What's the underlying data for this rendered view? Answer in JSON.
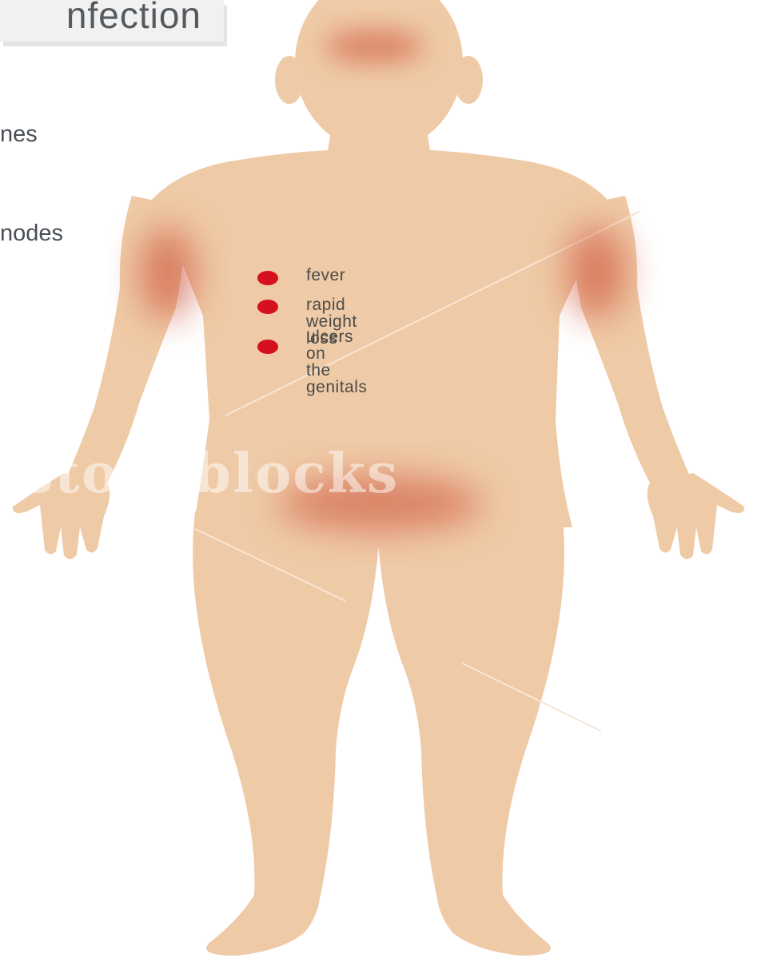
{
  "title": "nfection",
  "side_labels": [
    "nes",
    "nodes"
  ],
  "symptoms": [
    {
      "label": "fever"
    },
    {
      "label": "rapid weight loss"
    },
    {
      "label": "ulcers on\nthe genitals"
    }
  ],
  "watermark": "stockblocks",
  "colors": {
    "skin": "#efcaa6",
    "inflammation": "#cf5a43",
    "bullet": "#d6101d",
    "text": "#4b4b4b",
    "title_bg": "#f1f1f1"
  }
}
